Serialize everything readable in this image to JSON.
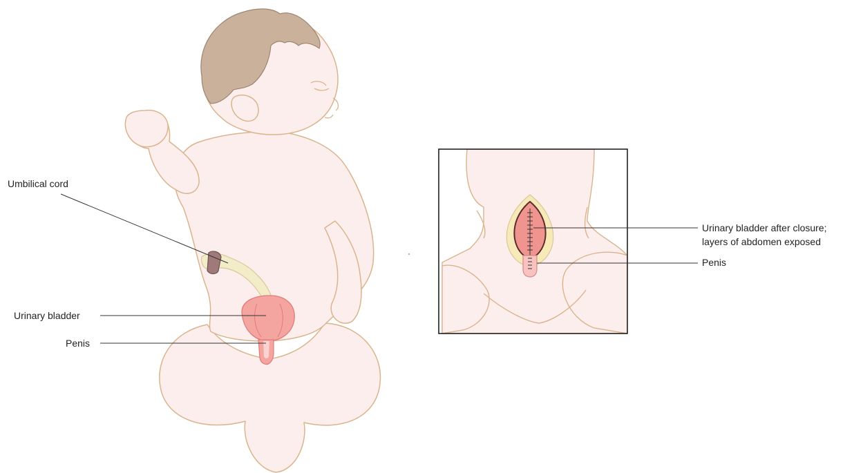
{
  "labels": {
    "umbilical_cord": "Umbilical cord",
    "urinary_bladder": "Urinary bladder",
    "penis_main": "Penis",
    "bladder_after_closure_line1": "Urinary bladder after closure;",
    "bladder_after_closure_line2": "layers of abdomen exposed",
    "penis_inset": "Penis"
  },
  "colors": {
    "skin": "#fdeeee",
    "outline": "#d9b48c",
    "hair": "#c9b19c",
    "bladder": "#f5a5a0",
    "bladder_dark": "#e88a88",
    "cord": "#f3ecc9",
    "cord_clamp": "#a07a7a",
    "leader_line": "#333333",
    "inset_border": "#111111"
  }
}
